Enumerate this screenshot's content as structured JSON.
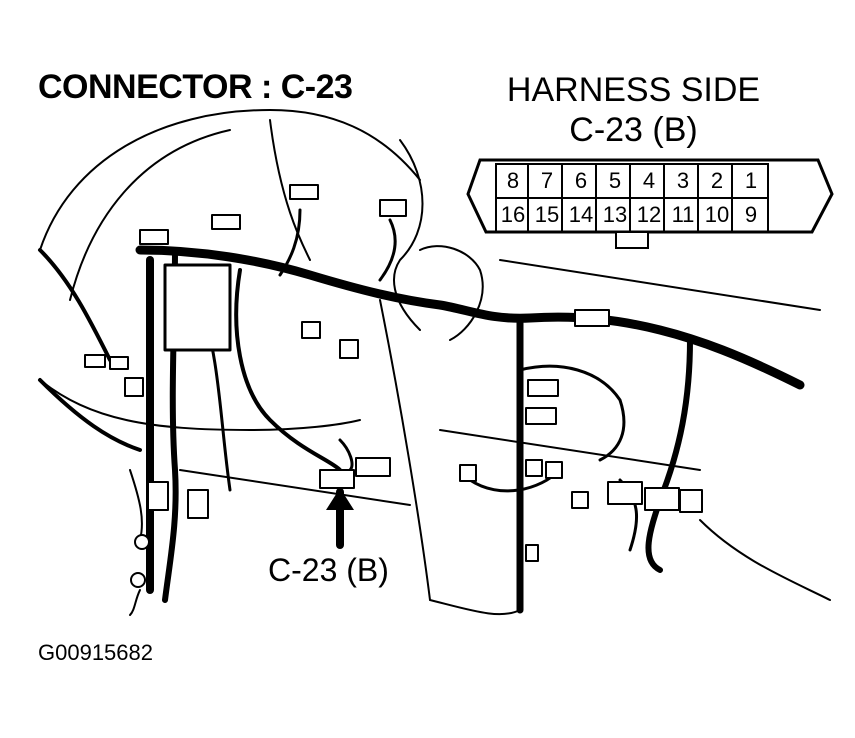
{
  "title": "CONNECTOR : C-23",
  "harness": {
    "line1": "HARNESS SIDE",
    "line2": "C-23 (B)"
  },
  "connector_pins": {
    "top_row": [
      "8",
      "7",
      "6",
      "5",
      "4",
      "3",
      "2",
      "1"
    ],
    "bottom_row": [
      "16",
      "15",
      "14",
      "13",
      "12",
      "11",
      "10",
      "9"
    ]
  },
  "callout_label": "C-23 (B)",
  "figure_id": "G00915682"
}
